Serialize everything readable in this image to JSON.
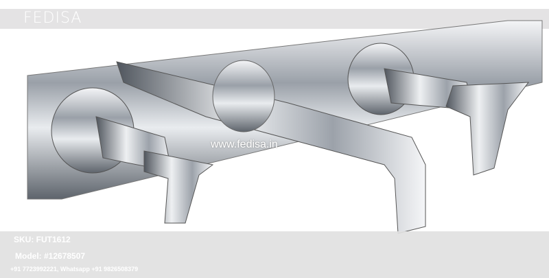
{
  "brand": {
    "name": "FEDISA"
  },
  "watermark": "www.fedisa.in",
  "product": {
    "sku": "SKU: FUT1612",
    "model": "Model: #12678507",
    "contact": "+91 7723992221, Whatsapp +91 9826508379"
  }
}
